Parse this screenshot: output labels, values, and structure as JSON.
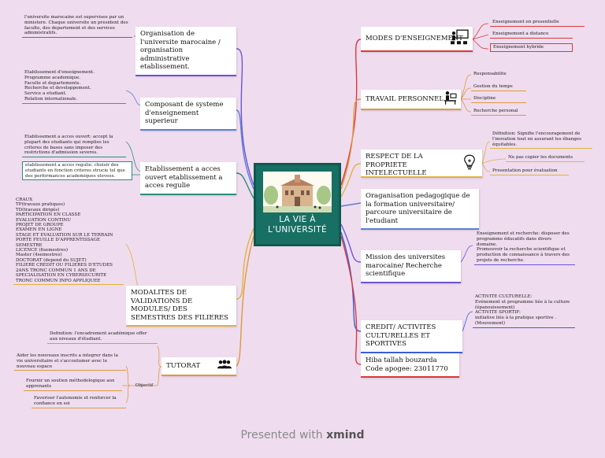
{
  "center": {
    "title_line1": "LA VIE À",
    "title_line2": "L'UNIVERSITÉ"
  },
  "topics": {
    "organisation": "Organisation de l'universite marocaine / organisation administrative etablissement.",
    "composant": "Composant de systeme d'enseignement superieur",
    "etablissement": "Etablissement a acces ouvert etablissement a acces regulie",
    "modalites": "MODALITES DE VALIDATIONS DE MODULES/ DES SEMESTRES DES FILIERES",
    "tutorat": "TUTORAT",
    "modes": "MODES D'ENSEIGNEMENT",
    "travail": "TRAVAIL PERSONNEL",
    "respect": "RESPECT DE LA PROPRIETE INTELECTUELLE",
    "parcours": "Oraganisation pedagogique de la formation universitaire/ parcoure universitaire de l'etudiant",
    "mission": "Mission des universites marocaine/ Recherche scientifique",
    "credit": "CREDIT/ ACTIVITES CULTURELLES ET SPORTIVES",
    "student_name": "Hiba tallah bouzarda",
    "student_code": "Code apogee: 23011770"
  },
  "leaves": {
    "org_text": "l'universite marocaine est supervisee par un ministere. Chaque universite un president  des faculte, des departement et des services administratifs.",
    "comp_text": "Etablissement d'enseignement.\nProgramme academique.\nFaculte et departements.\nRecherche et developpement.\nService a etudiant.\nRelation internationale.",
    "etab_open": "Etablissement a acces ouvert: accept la plupart des etudiants qui remplies les criteres  de bases sans imposer des restrictions d'admission severes.",
    "etab_regular": "etablissement a acces regulie: choisir des etudiants en fonction criteres strucie tel que des performances academiques elevees.",
    "modal_list": "CRAUX\nTP(travaux pratiques)\nTD(travaux dirigés)\nPARTICIPATION EN CLASSE\nEVALUATION CONTINU\nPROJET DE GROUPE\nEXAMEN EN LIGNE\nSTAGE ET EVALUATION SUR LE TERRAIN\nPORTE FEUILLE D'APPRENTISSAGE\nSEMESTRE\nLICENCE (6semestres)\nMaster (4semestres)\nDOCTORAT (depend du SUJET)\nFILIERE CREDIT OU FILIERES D'ETUDES\n2ANS TRONC COMMUN 1 ANS DE SPECIALISATION EN CYBERSECURITE\nTRONC COMMUN INFO   APPLIQUEE",
    "tut_def": "Definition: l'encadrement académique offer aux niveaux d'étudiant.",
    "tut_objectif": "Objectif",
    "tut_obj1": "Aider les nouveaux inscrits a integrer dans la vie universitaire et s'accoutumer avec le nouveau espace",
    "tut_obj2": "Fournir un soutien méthodologique aux apprenants",
    "tut_obj3": "Favoriser l'autonomie et renforcer la confiance en soi",
    "modes_1": "Enseignement en presentielle",
    "modes_2": "Enseignement a distance",
    "modes_3": "Enseignement hybride",
    "trav_1": "Responsabilite",
    "trav_2": "Gestion du temps",
    "trav_3": "Discipline",
    "trav_4": "Recherche personal",
    "resp_def": "Définition: Signifie l'encouragement de l'inovation tout en assurant les ébanges équitables.",
    "resp_2": "Ne pas copier les documents",
    "resp_3": "Presentation pour évaluation",
    "mission_text": "Enseignement et recherche: disposer des programme éducatifs dans divers domaine.\nPromouvoir la recherche scientifique et production de connaissance à travers des projets de recherche.",
    "credit_text": "ACTIVITE CULTURELLE:\nEvénement et programme liée à la culture (épanouissement)\nACTIVITE SPORTIF:\ninitiative liée à la pratique sportive .\n(Mouvement)"
  },
  "footer": {
    "presented": "Presented with",
    "brand": "xmind"
  },
  "colors": {
    "background": "#efdcef",
    "center": "#186f63",
    "org": "#6b55d8",
    "comp": "#5b7fd6",
    "etab": "#2d8c7e",
    "modal": "#e0b43c",
    "tutorat": "#e0993c",
    "modes": "#d93b3b",
    "travail": "#e0993c",
    "respect": "#e0b43c",
    "parcours": "#5b7fd6",
    "mission": "#6b55d8",
    "credit": "#3b5fd6",
    "name": "#d93b3b"
  }
}
